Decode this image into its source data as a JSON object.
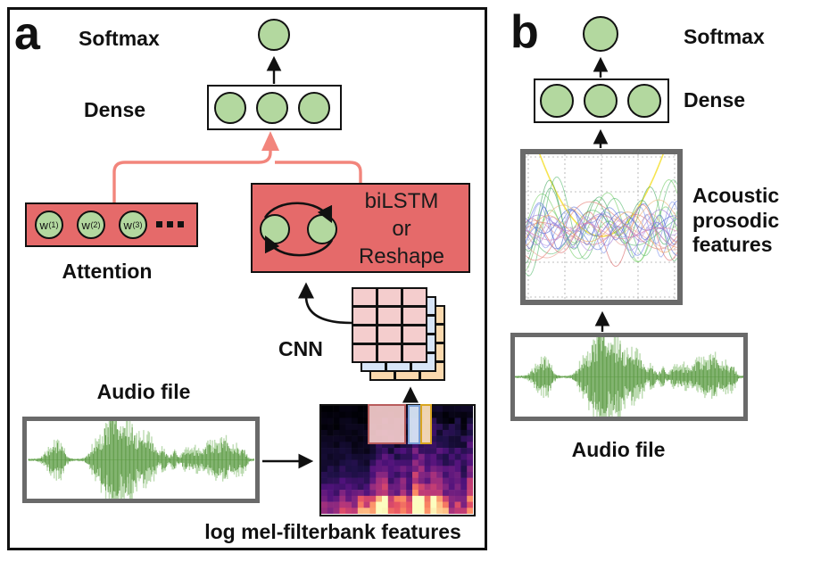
{
  "figure": {
    "panel_a": {
      "label": "a",
      "softmax_label": "Softmax",
      "dense_label": "Dense",
      "attention": {
        "title": "Attention",
        "nodes": [
          {
            "base": "w",
            "sub": "(1)"
          },
          {
            "base": "w",
            "sub": "(2)"
          },
          {
            "base": "w",
            "sub": "(3)"
          }
        ],
        "ellipsis": "▪▪▪"
      },
      "recurrent_block": {
        "line1": "biLSTM",
        "line2": "or",
        "line3": "Reshape"
      },
      "cnn_label": "CNN",
      "audio_label": "Audio file",
      "spectrogram_label": "log mel-filterbank features"
    },
    "panel_b": {
      "label": "b",
      "softmax_label": "Softmax",
      "dense_label": "Dense",
      "features": {
        "line1": "Acoustic",
        "line2": "prosodic",
        "line3": "features"
      },
      "audio_label": "Audio file"
    }
  },
  "colors": {
    "node_green": "#b3d89f",
    "block_salmon": "#e56a6a",
    "connector_salmon": "#f2857c",
    "waveform_green": "#57973f",
    "gray_frame": "#6a6a6a",
    "grid_pink": "#f4cdcd",
    "grid_blue": "#d8e5f7",
    "grid_peach": "#fbd9ae",
    "patch_pink_border": "#b85c5c",
    "patch_blue_border": "#7a9fd4",
    "patch_peach_border": "#d9a520",
    "outline_black": "#111111"
  }
}
